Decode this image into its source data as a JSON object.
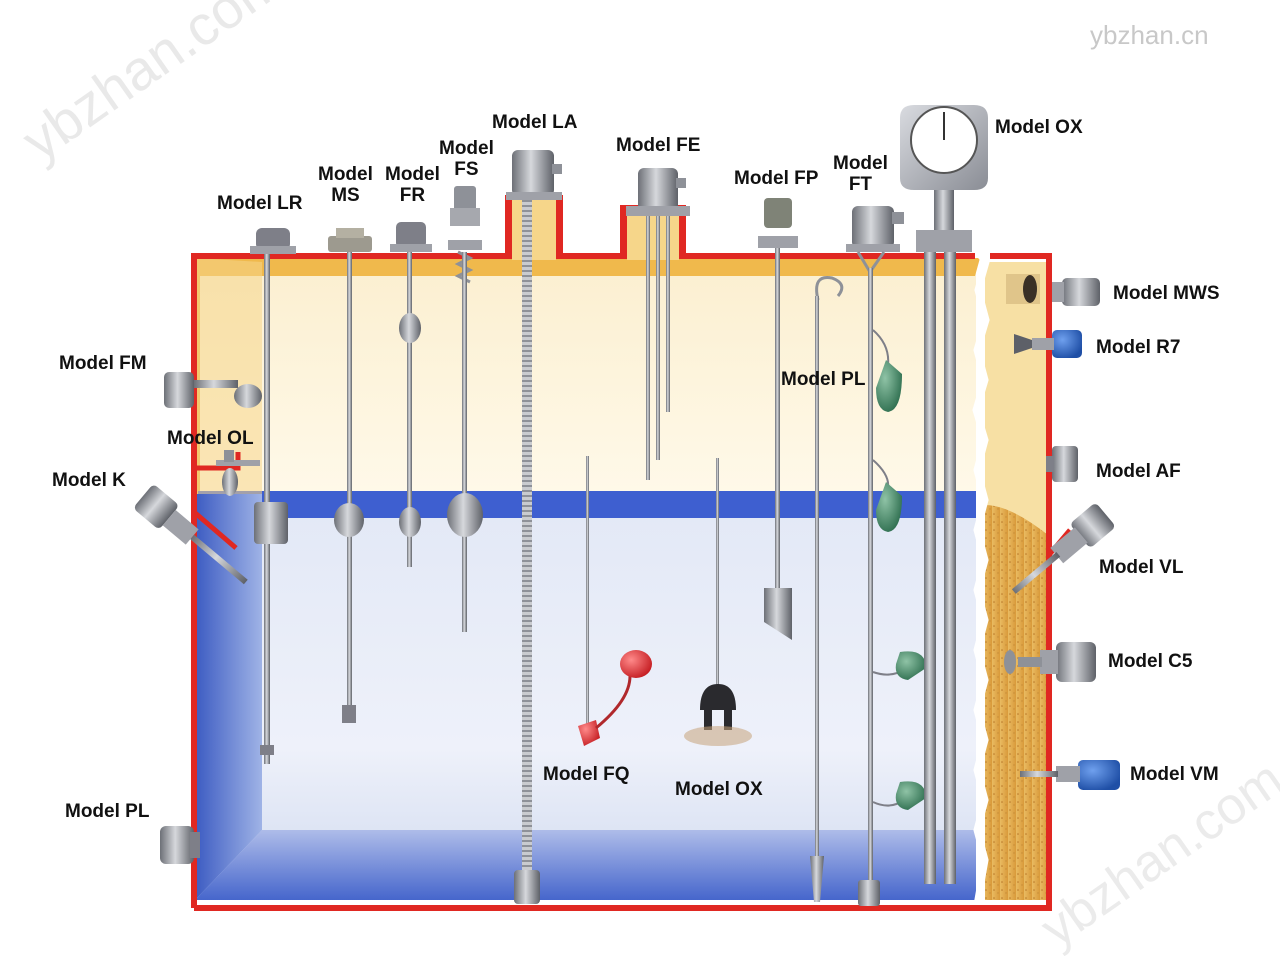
{
  "watermark": {
    "text": "ybzhan.com",
    "corner_text": "ybzhan.cn"
  },
  "colors": {
    "tank_frame": "#e02822",
    "liquid": "#6f8ed6",
    "liquid_band": "#3e5fd0",
    "headspace": "#fff3cf",
    "granular": "#e7b75a",
    "steel": "#8e9198",
    "float_green": "#4c8a6b",
    "float_red": "#e8373a",
    "sensor_blue": "#2c67c4"
  },
  "labels": {
    "lr": "Model LR",
    "ms": "Model\nMS",
    "fr": "Model\nFR",
    "fs": "Model\nFS",
    "la": "Model LA",
    "fe": "Model FE",
    "fp": "Model FP",
    "ft": "Model\nFT",
    "ox_top": "Model OX",
    "mws": "Model MWS",
    "r7": "Model R7",
    "fm": "Model FM",
    "ol": "Model OL",
    "k": "Model K",
    "pl_mid": "Model PL",
    "af": "Model AF",
    "vl": "Model VL",
    "c5": "Model C5",
    "vm": "Model VM",
    "fq": "Model FQ",
    "ox_bottom": "Model OX",
    "pl_bottom": "Model PL"
  }
}
